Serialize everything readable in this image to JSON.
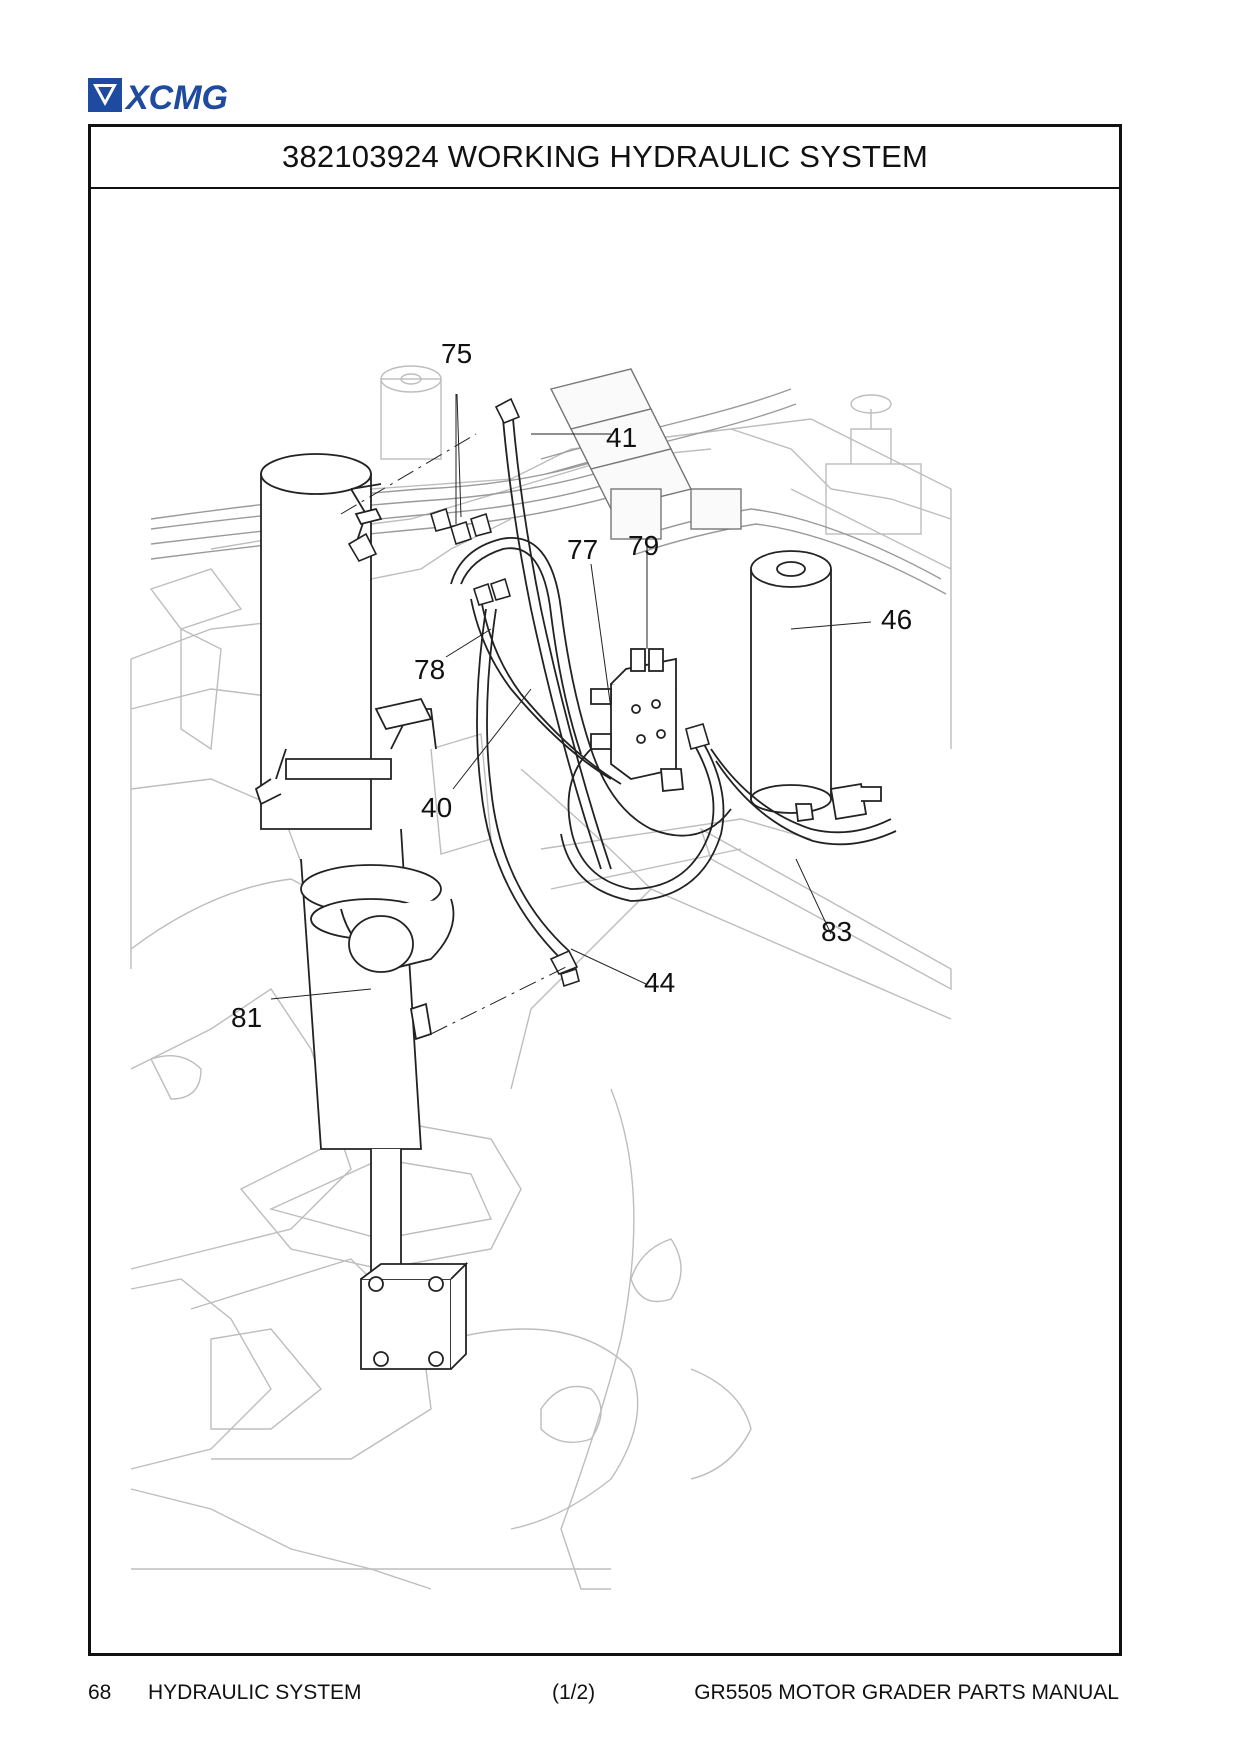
{
  "brand": {
    "name": "XCMG",
    "color": "#1e4aa0"
  },
  "title": "382103924 WORKING HYDRAULIC SYSTEM",
  "callouts": [
    {
      "label": "75"
    },
    {
      "label": "41"
    },
    {
      "label": "77"
    },
    {
      "label": "79"
    },
    {
      "label": "46"
    },
    {
      "label": "78"
    },
    {
      "label": "40"
    },
    {
      "label": "83"
    },
    {
      "label": "44"
    },
    {
      "label": "81"
    }
  ],
  "footer": {
    "page_number": "68",
    "section": "HYDRAULIC SYSTEM",
    "sheet": "(1/2)",
    "manual": "GR5505 MOTOR GRADER PARTS MANUAL"
  }
}
